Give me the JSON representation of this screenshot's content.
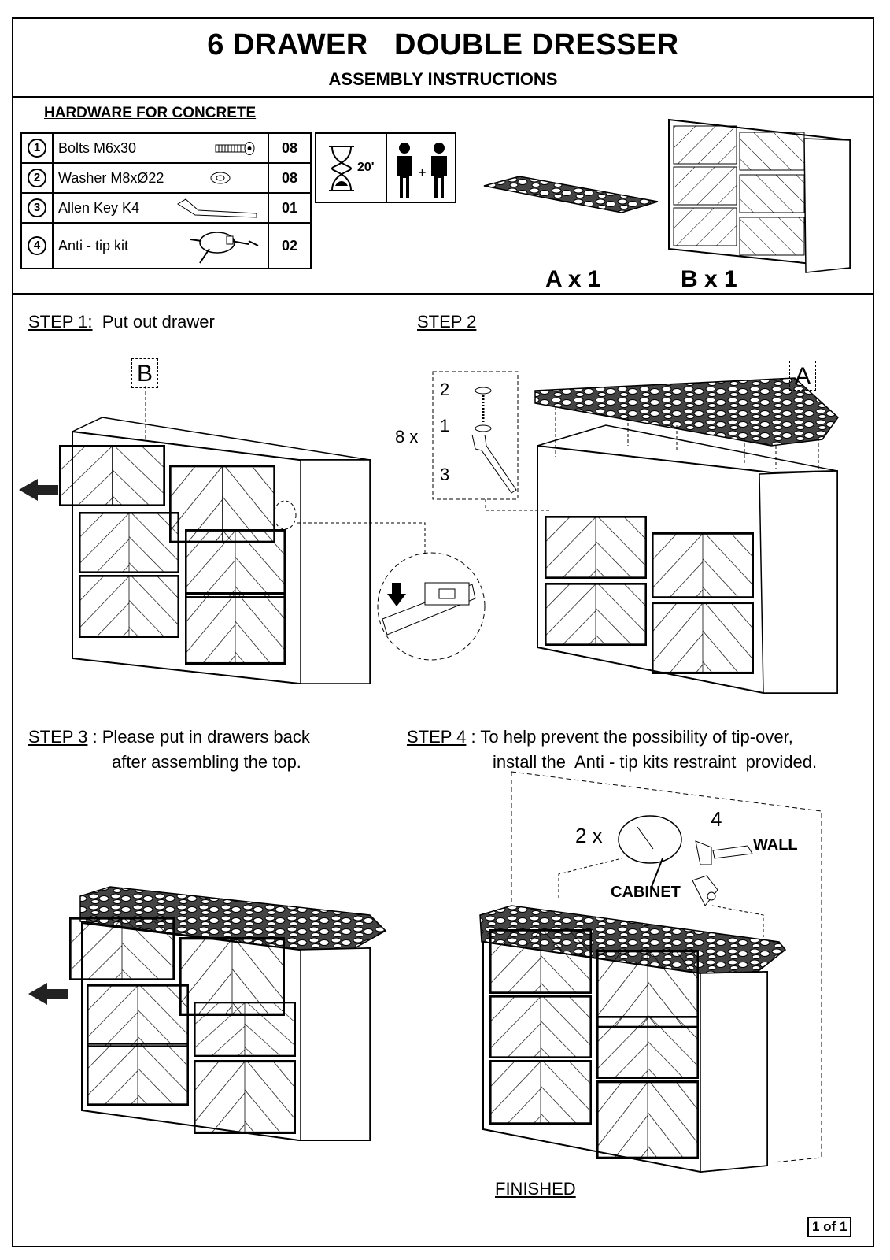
{
  "header": {
    "title": "6 DRAWER   DOUBLE DRESSER",
    "subtitle": "ASSEMBLY INSTRUCTIONS"
  },
  "hardware": {
    "heading": "HARDWARE FOR CONCRETE",
    "items": [
      {
        "num": "1",
        "name": "Bolts M6x30",
        "qty": "08",
        "icon": "bolt-icon"
      },
      {
        "num": "2",
        "name": "Washer M8xØ22",
        "qty": "08",
        "icon": "washer-icon"
      },
      {
        "num": "3",
        "name": "Allen Key K4",
        "qty": "01",
        "icon": "allen-key-icon"
      },
      {
        "num": "4",
        "name": "Anti - tip kit",
        "qty": "02",
        "icon": "anti-tip-kit-icon"
      }
    ]
  },
  "assembly_info": {
    "time": "20'",
    "people_icon": "two-people-icon",
    "time_icon": "hourglass-icon"
  },
  "parts": {
    "a": "A x 1",
    "b": "B x 1"
  },
  "steps": {
    "step1": {
      "label": "STEP 1:",
      "text": "  Put out drawer",
      "part": "B"
    },
    "step2": {
      "label": "STEP 2",
      "part": "A",
      "multiplier": "8 x",
      "callouts": [
        "2",
        "1",
        "3"
      ]
    },
    "step3": {
      "label": "STEP 3",
      "text": " : Please put in drawers back",
      "text2": "after assembling the top."
    },
    "step4": {
      "label": "STEP 4",
      "text": " : To help prevent the possibility of tip-over,",
      "text2": "install the  Anti - tip kits restraint  provided.",
      "multiplier": "2 x",
      "callout": "4",
      "wall": "WALL",
      "cabinet": "CABINET"
    }
  },
  "footer": {
    "finished": "FINISHED",
    "page": "1 of 1"
  }
}
